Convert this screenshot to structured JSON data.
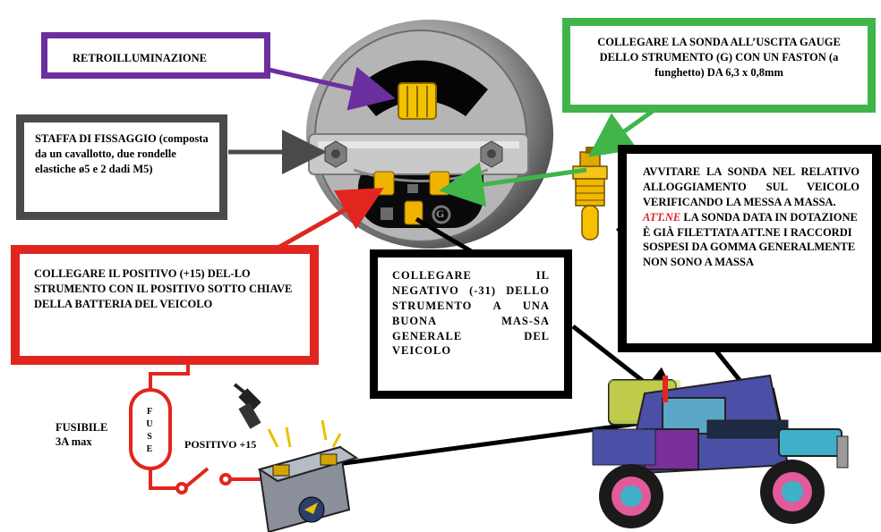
{
  "labels": {
    "retro": "RETROILLUMINAZIONE",
    "staffa": "STAFFA DI FISSAGGIO (composta da un cavallotto, due rondelle elastiche ø5 e 2 dadi M5)",
    "sonda_uscita": "COLLEGARE LA SONDA ALL’USCITA GAUGE DELLO STRUMENTO (G) CON UN FASTON (a funghetto) DA 6,3 x 0,8mm",
    "avvitare": "AVVITARE LA SONDA NEL RELATIVO ALLOGGIAMENTO SUL VEICOLO VERIFICANDO LA MESSA A MASSA.",
    "att_ne": "ATT.NE",
    "att_text": "LA SONDA DATA IN DOTAZIONE È GIÀ FILETTATA ATT.NE I RACCORDI SOSPESI DA GOMMA GENERALMENTE NON SONO A MASSA",
    "positivo": "COLLEGARE IL POSITIVO (+15) DEL-LO STRUMENTO CON IL POSITIVO SOTTO CHIAVE DELLA BATTERIA DEL VEICOLO",
    "negativo": "COLLEGARE IL NEGATIVO (-31) DELLO STRUMENTO A UNA BUONA MAS-SA GENERALE DEL VEICOLO",
    "fusibile_line1": "FUSIBILE",
    "fusibile_line2": "3A max",
    "fuse_vertical": "FUSE",
    "positivo15": "POSITIVO +15",
    "terminal_g": "G"
  },
  "colors": {
    "purple": "#6b2fa0",
    "gray": "#4a4a4a",
    "green": "#3fb54a",
    "red": "#e0261f",
    "black": "#000000",
    "att_red": "#d9262b"
  }
}
